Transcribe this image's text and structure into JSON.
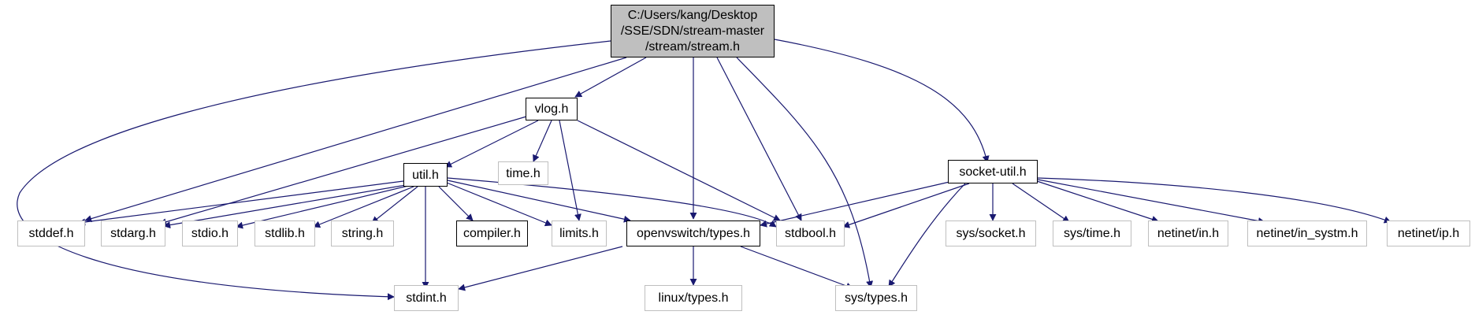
{
  "colors": {
    "edge": "#191970",
    "root_fill": "#bfbfbf",
    "grey_border": "#bfbfbf",
    "black_border": "#000000"
  },
  "nodes": {
    "root": {
      "line1": "C:/Users/kang/Desktop",
      "line2": "/SSE/SDN/stream-master",
      "line3": "/stream/stream.h"
    },
    "vlog": "vlog.h",
    "util": "util.h",
    "time": "time.h",
    "socket_util": "socket-util.h",
    "stddef": "stddef.h",
    "stdarg": "stdarg.h",
    "stdio": "stdio.h",
    "stdlib": "stdlib.h",
    "string": "string.h",
    "compiler": "compiler.h",
    "limits": "limits.h",
    "ovs_types": "openvswitch/types.h",
    "stdbool": "stdbool.h",
    "sys_socket": "sys/socket.h",
    "sys_time": "sys/time.h",
    "netinet_in": "netinet/in.h",
    "netinet_in_systm": "netinet/in_systm.h",
    "netinet_ip": "netinet/ip.h",
    "stdint": "stdint.h",
    "linux_types": "linux/types.h",
    "sys_types": "sys/types.h"
  }
}
